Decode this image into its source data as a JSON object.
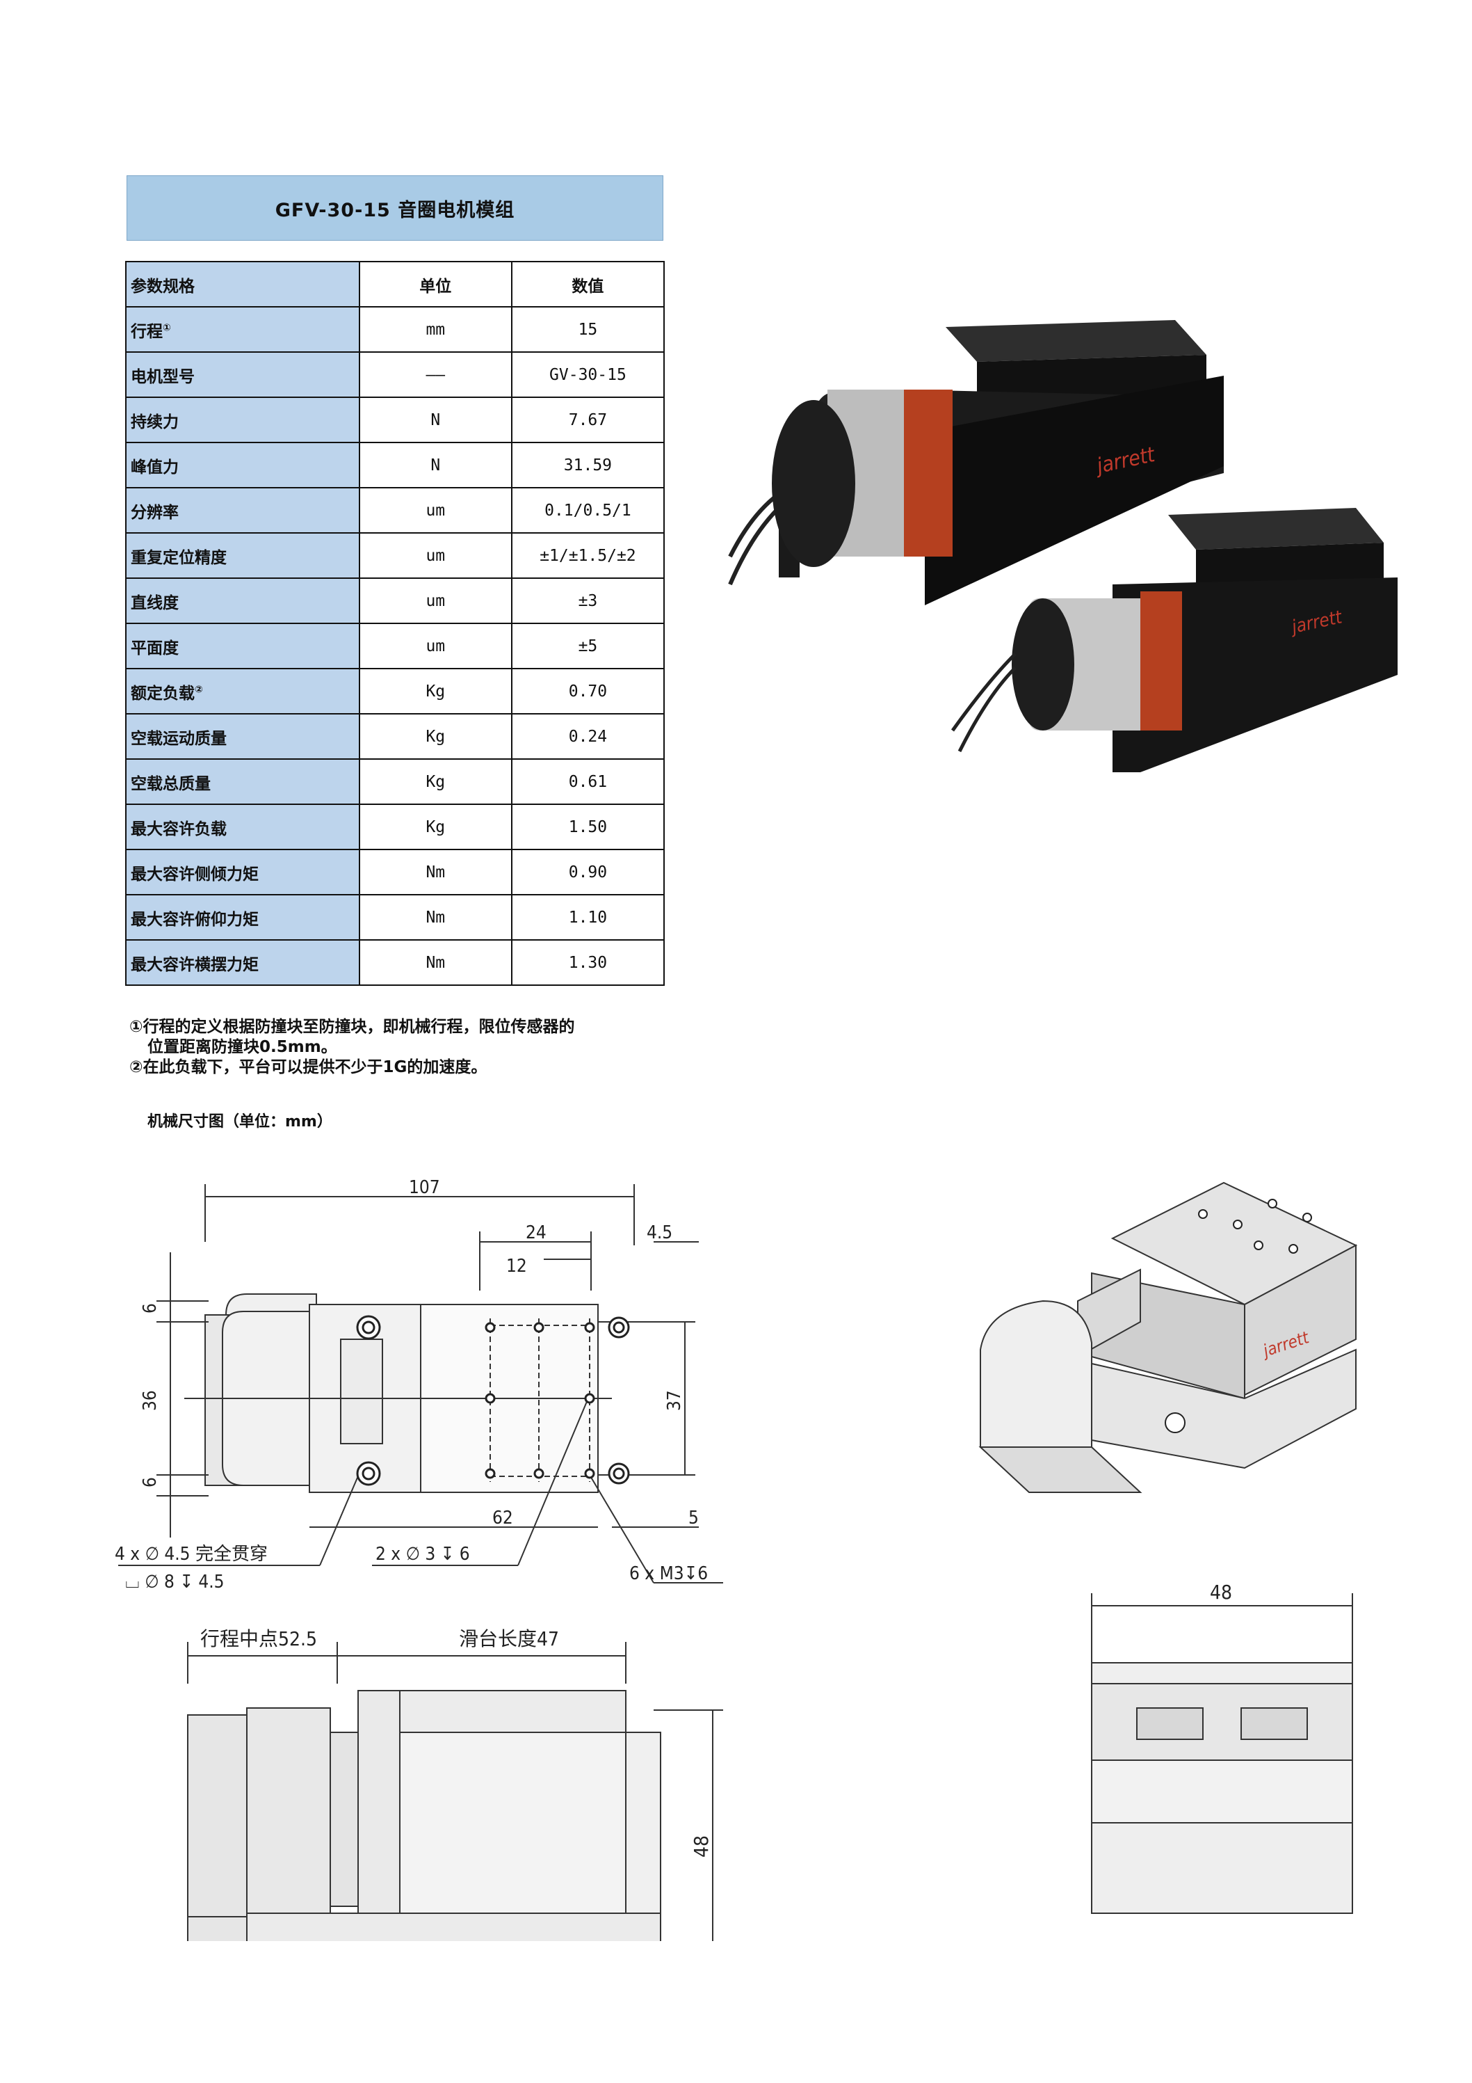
{
  "title": "GFV-30-15 音圈电机模组",
  "table": {
    "headers": [
      "参数规格",
      "单位",
      "数值"
    ],
    "rows": [
      {
        "param": "行程",
        "note": "①",
        "unit": "mm",
        "value": "15"
      },
      {
        "param": "电机型号",
        "note": "",
        "unit": "——",
        "value": "GV-30-15"
      },
      {
        "param": "持续力",
        "note": "",
        "unit": "N",
        "value": "7.67"
      },
      {
        "param": "峰值力",
        "note": "",
        "unit": "N",
        "value": "31.59"
      },
      {
        "param": "分辨率",
        "note": "",
        "unit": "um",
        "value": "0.1/0.5/1"
      },
      {
        "param": "重复定位精度",
        "note": "",
        "unit": "um",
        "value": "±1/±1.5/±2"
      },
      {
        "param": "直线度",
        "note": "",
        "unit": "um",
        "value": "±3"
      },
      {
        "param": "平面度",
        "note": "",
        "unit": "um",
        "value": "±5"
      },
      {
        "param": "额定负载",
        "note": "②",
        "unit": "Kg",
        "value": "0.70"
      },
      {
        "param": "空载运动质量",
        "note": "",
        "unit": "Kg",
        "value": "0.24"
      },
      {
        "param": "空载总质量",
        "note": "",
        "unit": "Kg",
        "value": "0.61"
      },
      {
        "param": "最大容许负载",
        "note": "",
        "unit": "Kg",
        "value": "1.50"
      },
      {
        "param": "最大容许侧倾力矩",
        "note": "",
        "unit": "Nm",
        "value": "0.90"
      },
      {
        "param": "最大容许俯仰力矩",
        "note": "",
        "unit": "Nm",
        "value": "1.10"
      },
      {
        "param": "最大容许横摆力矩",
        "note": "",
        "unit": "Nm",
        "value": "1.30"
      }
    ]
  },
  "notes": {
    "n1_line1": "①行程的定义根据防撞块至防撞块，即机械行程，限位传感器的",
    "n1_line2": "位置距离防撞块0.5mm。",
    "n2": "②在此负载下，平台可以提供不少于1G的加速度。"
  },
  "drawing_caption": "机械尺寸图（单位：mm）",
  "brand_logo_text": "jarrett",
  "dimensions": {
    "d107": "107",
    "d24": "24",
    "d4_5": "4.5",
    "d12": "12",
    "d6a": "6",
    "d36": "36",
    "d6b": "6",
    "d37": "37",
    "d62": "62",
    "d5": "5",
    "hole_a": "4 x ∅ 4.5 完全贯穿",
    "hole_a2": "⌴ ∅ 8 ↧ 4.5",
    "hole_b": "2 x ∅ 3 ↧ 6",
    "hole_c": "6 x M3↧6",
    "stroke_mid": "行程中点52.5",
    "slide_len": "滑台长度47",
    "d48_side": "48",
    "d48_end": "48"
  }
}
